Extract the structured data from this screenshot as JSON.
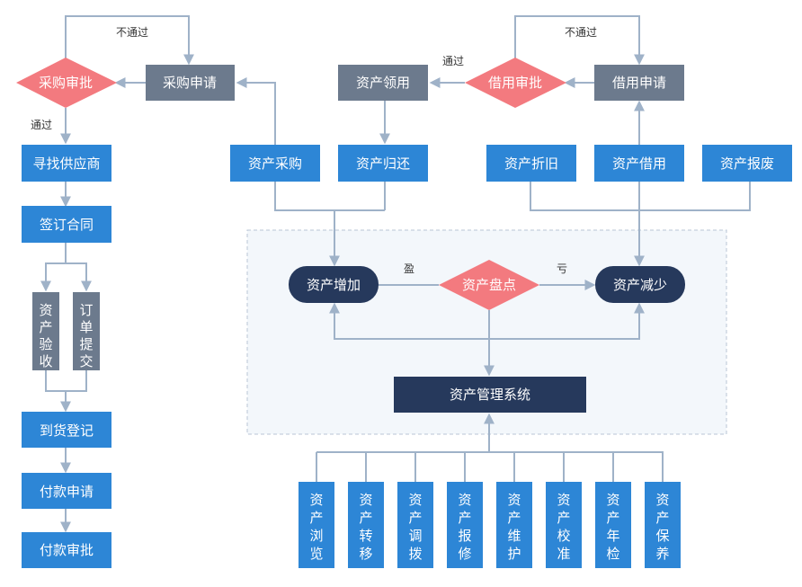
{
  "colors": {
    "blue": "#2d86d6",
    "gray": "#6c7a8d",
    "navy": "#26395c",
    "pink": "#f37a7f",
    "line": "#9fb2c8",
    "panel_fill": "#f3f7fb",
    "panel_stroke": "#b8c6d6"
  },
  "nodes": {
    "procurement_approval": "采购审批",
    "procurement_request": "采购申请",
    "find_supplier": "寻找供应商",
    "sign_contract": "签订合同",
    "asset_acceptance": "资产验收",
    "order_submit": "订单提交",
    "arrival_register": "到货登记",
    "payment_request": "付款申请",
    "payment_approval": "付款审批",
    "asset_claim": "资产领用",
    "borrow_approval": "借用审批",
    "borrow_request": "借用申请",
    "asset_purchase": "资产采购",
    "asset_return": "资产归还",
    "asset_depreciation": "资产折旧",
    "asset_borrow": "资产借用",
    "asset_scrap": "资产报废",
    "asset_increase": "资产增加",
    "asset_inventory": "资产盘点",
    "asset_decrease": "资产减少",
    "asset_system": "资产管理系统"
  },
  "bottom_items": [
    "资产浏览",
    "资产转移",
    "资产调拨",
    "资产报修",
    "资产维护",
    "资产校准",
    "资产年检",
    "资产保养"
  ],
  "labels": {
    "reject_left": "不通过",
    "pass_left": "通过",
    "reject_right": "不通过",
    "pass_right": "通过",
    "surplus": "盈",
    "deficit": "亏"
  }
}
